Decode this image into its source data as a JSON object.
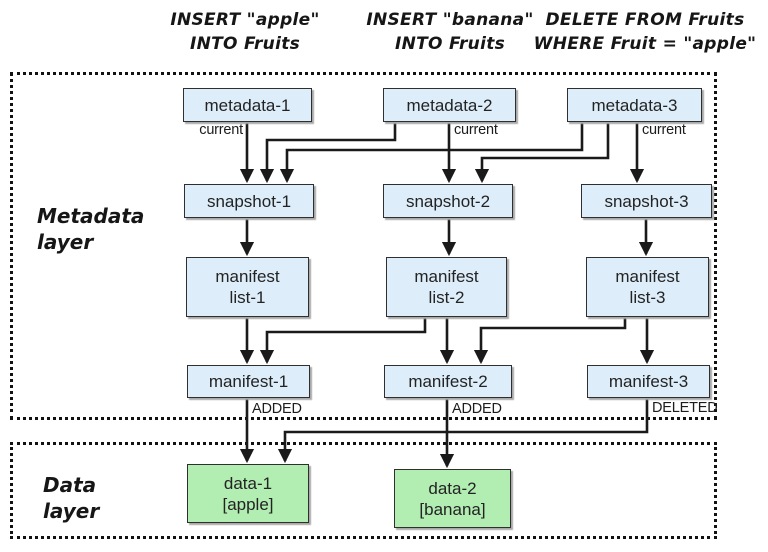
{
  "queries": [
    {
      "text": "INSERT \"apple\"\nINTO Fruits"
    },
    {
      "text": "INSERT \"banana\"\nINTO Fruits"
    },
    {
      "text": "DELETE FROM Fruits\nWHERE Fruit = \"apple\""
    }
  ],
  "layers": {
    "metadata": {
      "label": "Metadata\nlayer"
    },
    "data": {
      "label": "Data\nlayer"
    }
  },
  "nodes": {
    "metadata_1": "metadata-1",
    "metadata_2": "metadata-2",
    "metadata_3": "metadata-3",
    "snapshot_1": "snapshot-1",
    "snapshot_2": "snapshot-2",
    "snapshot_3": "snapshot-3",
    "manifest_list_1": "manifest\nlist-1",
    "manifest_list_2": "manifest\nlist-2",
    "manifest_list_3": "manifest\nlist-3",
    "manifest_1": "manifest-1",
    "manifest_2": "manifest-2",
    "manifest_3": "manifest-3",
    "data_1": "data-1\n[apple]",
    "data_2": "data-2\n[banana]"
  },
  "edge_labels": {
    "current_1": "current",
    "current_2": "current",
    "current_3": "current",
    "manifest_1_op": "ADDED",
    "manifest_2_op": "ADDED",
    "manifest_3_op": "DELETED"
  },
  "colors": {
    "metadata_node_fill": "#ddeefa",
    "data_node_fill": "#b2edb2",
    "node_border": "#2f2f2f",
    "arrow": "#1a1a1a",
    "layer_border": "#111111"
  }
}
